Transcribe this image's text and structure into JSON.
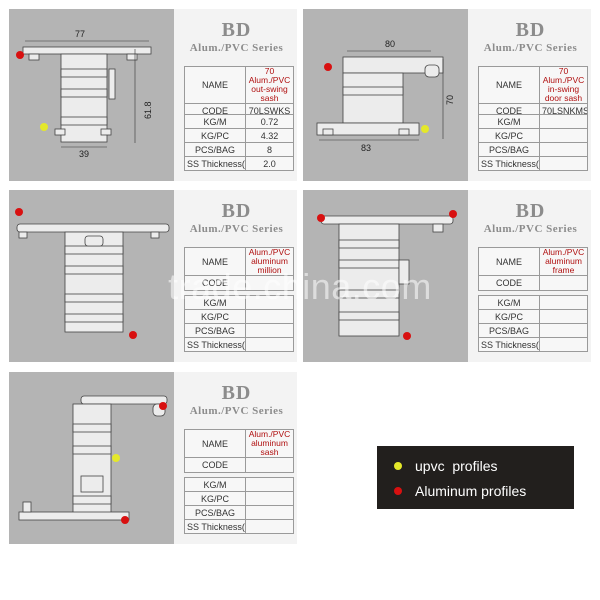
{
  "brand": "BD",
  "series": "Alum./PVC Series",
  "labels": {
    "name": "NAME",
    "code": "CODE",
    "kgm": "KG/M",
    "kgpc": "KG/PC",
    "pcsbag": "PCS/BAG",
    "ss": "SS Thickness(mm)"
  },
  "products": [
    {
      "name": "70 Alum./PVC out-swing sash",
      "code": "70LSWKS",
      "kgm": "0.72",
      "kgpc": "4.32",
      "pcsbag": "8",
      "ss": "2.0",
      "dims": {
        "top": "77",
        "bottom": "39",
        "side": "61.8"
      }
    },
    {
      "name": "70 Alum./PVC in-swing door sash",
      "code": "70LSNKMS",
      "kgm": "",
      "kgpc": "",
      "pcsbag": "",
      "ss": "",
      "dims": {
        "top": "80",
        "bottom": "83",
        "side": "70"
      }
    },
    {
      "name": "Alum./PVC aluminum million",
      "code": "",
      "kgm": "",
      "kgpc": "",
      "pcsbag": "",
      "ss": ""
    },
    {
      "name": "Alum./PVC aluminum frame",
      "code": "",
      "kgm": "",
      "kgpc": "",
      "pcsbag": "",
      "ss": ""
    },
    {
      "name": "Alum./PVC aluminum sash",
      "code": "",
      "kgm": "",
      "kgpc": "",
      "pcsbag": "",
      "ss": ""
    }
  ],
  "legend": {
    "upvc": {
      "label": "upvc  profiles",
      "color": "#e4e82a"
    },
    "aluminum": {
      "label": "Aluminum profiles",
      "color": "#d81010"
    }
  },
  "watermark": "trade.china.com"
}
